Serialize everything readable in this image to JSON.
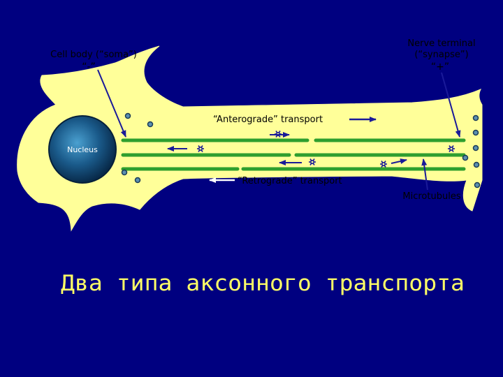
{
  "labels": {
    "cell_body": "Cell body (“soma”)",
    "cell_body_pole": "“-”",
    "nerve_terminal": "Nerve terminal",
    "synapse": "(“synapse”)",
    "synapse_pole": "“+”",
    "anterograde": "“Anterograde” transport",
    "retrograde": "“Retrograde” transport",
    "nucleus": "Nucleus",
    "microtubules": "Microtubules"
  },
  "title": "Два типа  аксонного транспорта",
  "colors": {
    "background": "#000080",
    "cell": "#ffff99",
    "microtubule": "#2e9e2e",
    "arrow": "#1a1a99",
    "title": "#ffff66",
    "nucleus": "#0a3a66",
    "vesicle": "#5b8fb0"
  }
}
